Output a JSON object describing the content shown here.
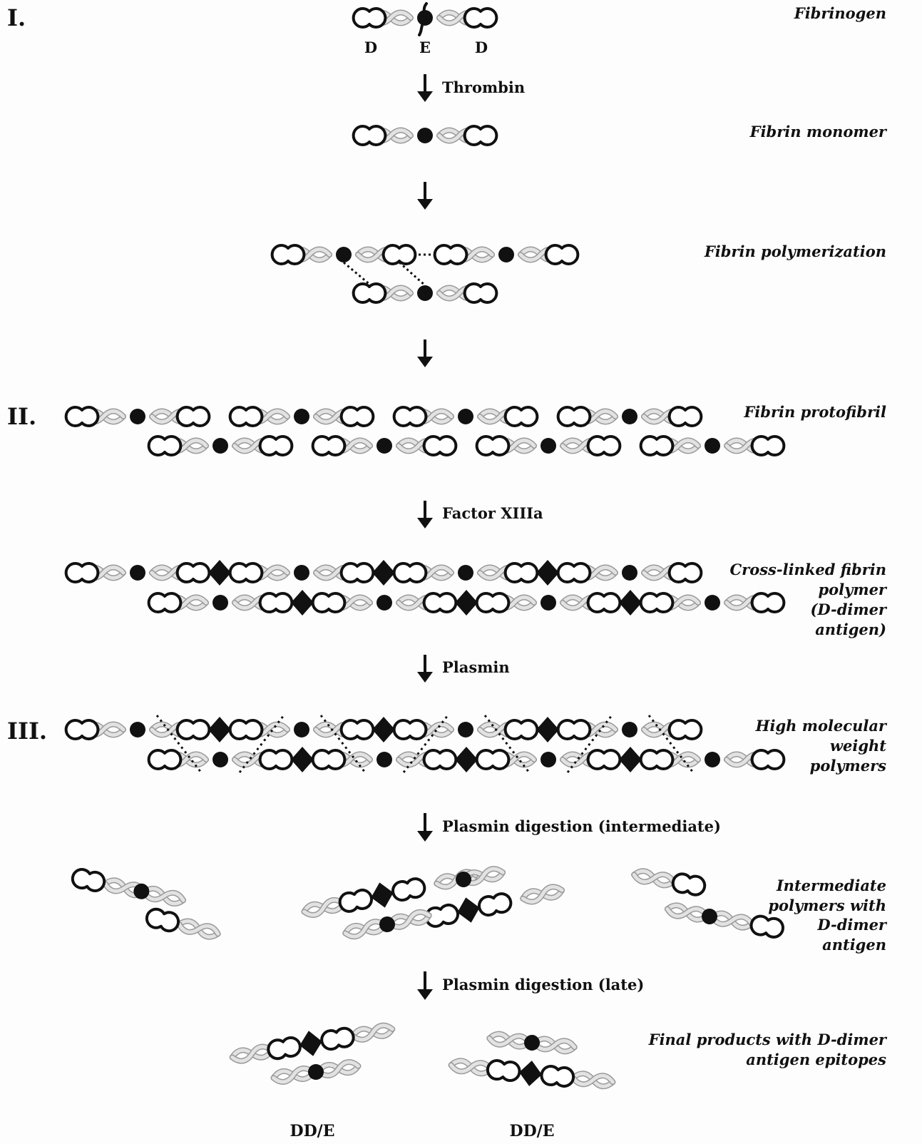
{
  "sections": {
    "s1": "I.",
    "s2": "II.",
    "s3": "III."
  },
  "domains": {
    "d_left": "D",
    "e_center": "E",
    "d_right": "D"
  },
  "labels": {
    "fibrinogen": "Fibrinogen",
    "fibrin_monomer": "Fibrin monomer",
    "fibrin_polymerization": "Fibrin polymerization",
    "fibrin_protofibril": "Fibrin protofibril",
    "cross_linked": [
      "Cross-linked fibrin",
      "polymer",
      "(D-dimer",
      "antigen)"
    ],
    "high_molecular": [
      "High molecular",
      "weight",
      "polymers"
    ],
    "intermediate": [
      "Intermediate",
      "polymers with",
      "D-dimer",
      "antigen"
    ],
    "final": [
      "Final products with D-dimer",
      "antigen epitopes"
    ]
  },
  "enzymes": {
    "thrombin": "Thrombin",
    "factor": "Factor XIIIa",
    "plasmin": "Plasmin",
    "plasmin_intermediate": "Plasmin digestion (intermediate)",
    "plasmin_late": "Plasmin digestion (late)"
  },
  "products": {
    "p1": "DD/E",
    "p2": "DD/E"
  }
}
